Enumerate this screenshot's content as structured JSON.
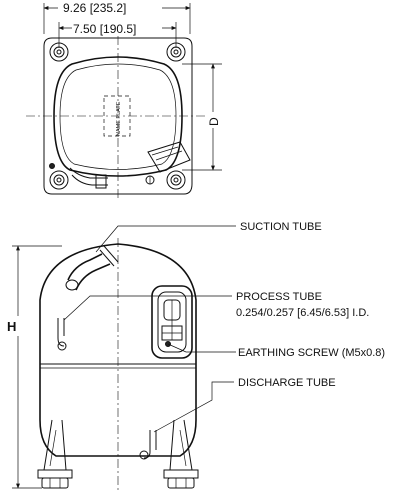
{
  "top_view": {
    "overall_width": "9.26 [235.2]",
    "mount_spacing": "7.50 [190.5]",
    "depth_letter": "D",
    "plate_label": "NAME PLATE"
  },
  "side_view": {
    "height_letter": "H"
  },
  "callouts": {
    "suction_tube": "SUCTION TUBE",
    "process_tube": "PROCESS TUBE",
    "process_tube_spec": "0.254/0.257 [6.45/6.53] I.D.",
    "earthing_screw": "EARTHING SCREW (M5x0.8)",
    "discharge_tube": "DISCHARGE TUBE"
  },
  "colors": {
    "line": "#111111",
    "background": "#ffffff"
  }
}
